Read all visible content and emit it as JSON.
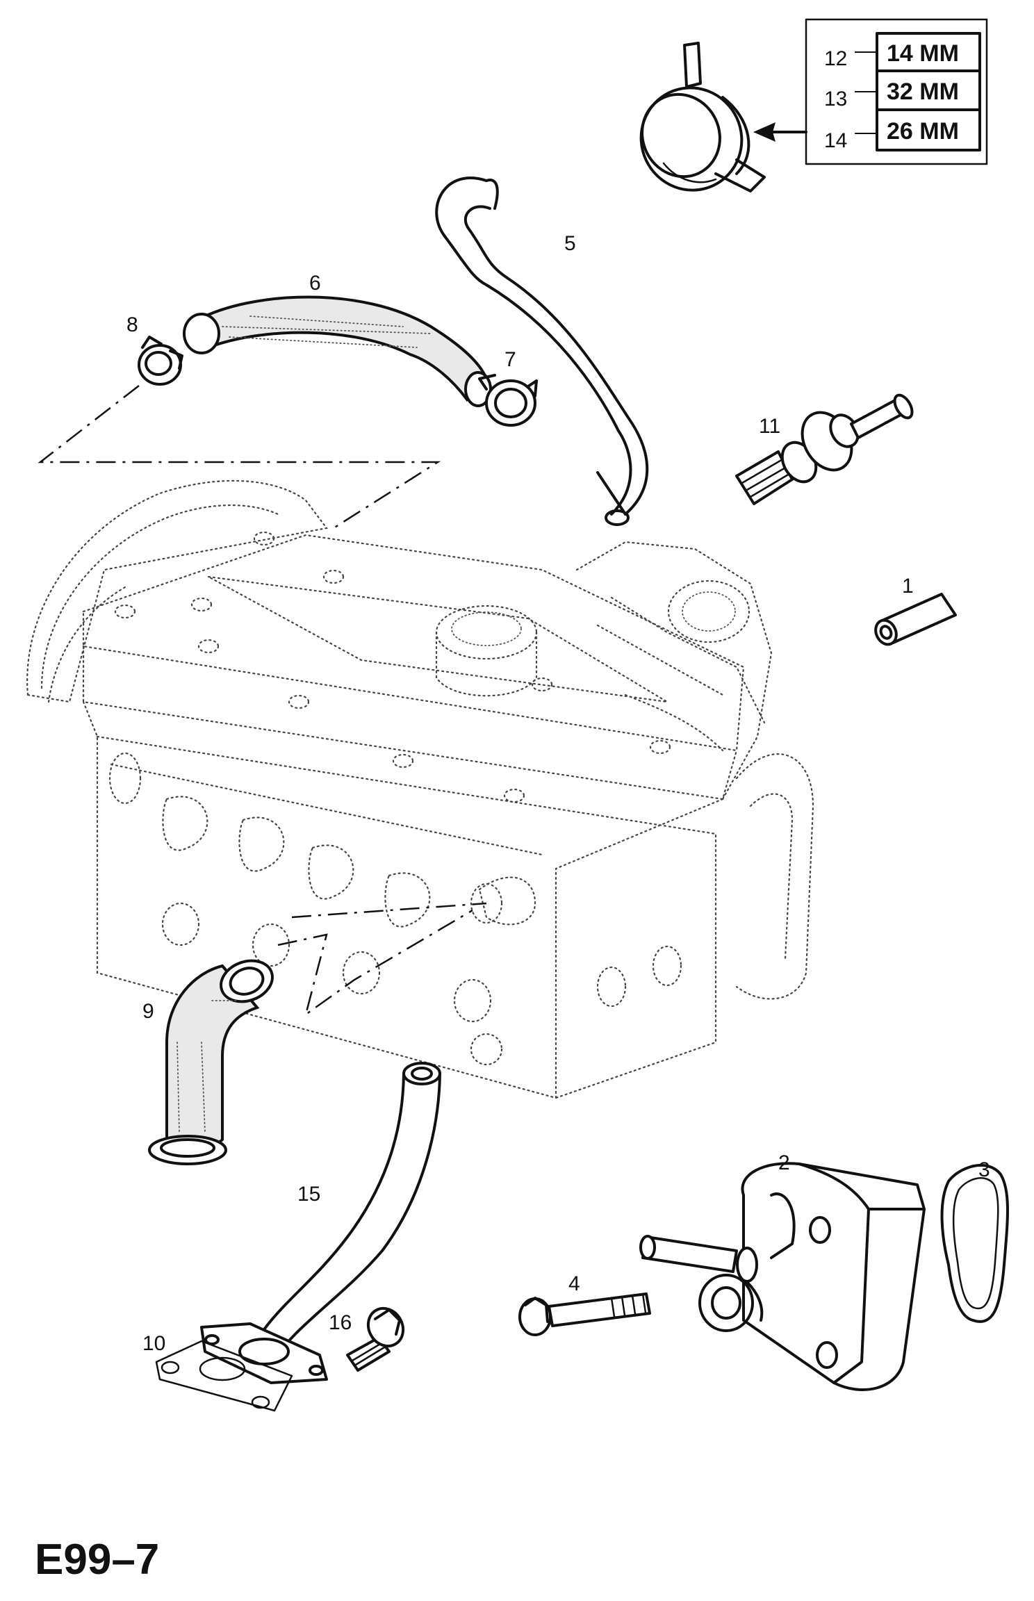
{
  "figure_code": "E99–7",
  "clip_sizes": [
    {
      "item": "12",
      "size": "14 MM"
    },
    {
      "item": "13",
      "size": "32 MM"
    },
    {
      "item": "14",
      "size": "26 MM"
    }
  ],
  "callouts": [
    "1",
    "2",
    "3",
    "4",
    "5",
    "6",
    "7",
    "8",
    "9",
    "10",
    "11",
    "15",
    "16"
  ]
}
